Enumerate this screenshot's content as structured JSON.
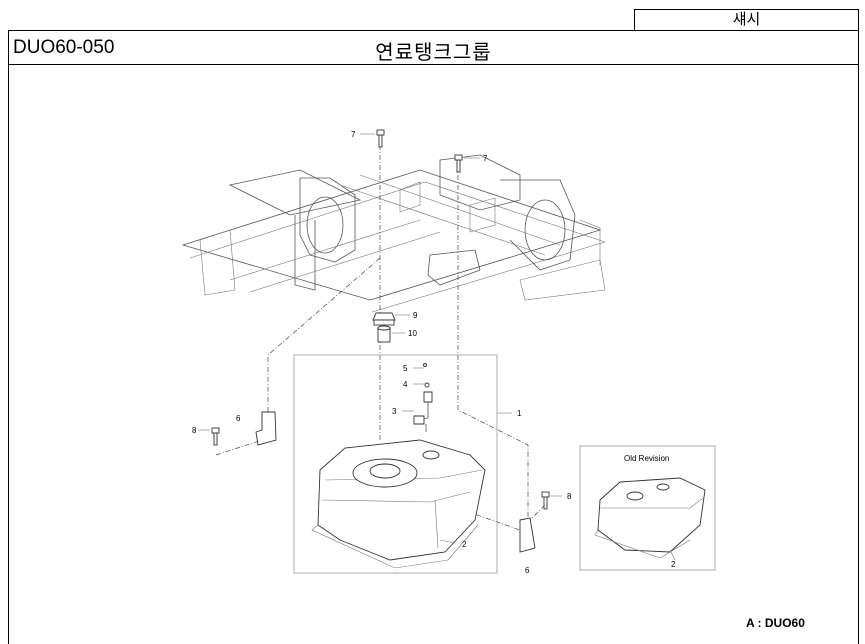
{
  "header": {
    "category": "섀시",
    "code": "DUO60-050",
    "title": "연료탱크그룹"
  },
  "diagram": {
    "callouts": [
      {
        "num": "7"
      },
      {
        "num": "7"
      },
      {
        "num": "9"
      },
      {
        "num": "10"
      },
      {
        "num": "5"
      },
      {
        "num": "4"
      },
      {
        "num": "3"
      },
      {
        "num": "1"
      },
      {
        "num": "6"
      },
      {
        "num": "8"
      },
      {
        "num": "2"
      },
      {
        "num": "8"
      },
      {
        "num": "6"
      },
      {
        "num": "2"
      }
    ],
    "old_revision": {
      "label": "Old Revision"
    }
  },
  "footer": {
    "model": "A : DUO60"
  }
}
